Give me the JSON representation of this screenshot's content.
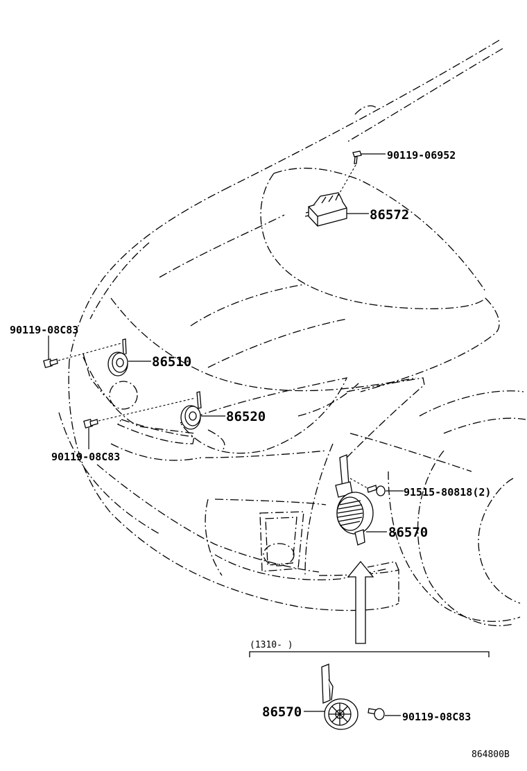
{
  "callouts": {
    "c_90119_06952": "90119-06952",
    "c_86572": "86572",
    "c_90119_08c83_top": "90119-08C83",
    "c_86510": "86510",
    "c_86520": "86520",
    "c_90119_08c83_mid": "90119-08C83",
    "c_91515_80818": "91515-80818(2)",
    "c_86570_main": "86570",
    "c_86570_inset": "86570",
    "c_90119_08c83_inset": "90119-08C83"
  },
  "inset": {
    "range_label": "(1310-     )"
  },
  "diagram_code": "864800B"
}
